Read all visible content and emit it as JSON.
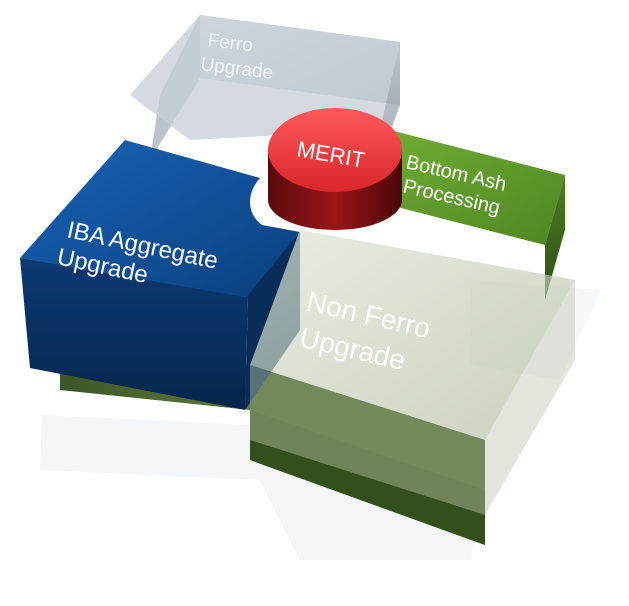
{
  "blocks": {
    "ferro": {
      "line1": "Ferro",
      "line2": "Upgrade"
    },
    "bottom_ash": {
      "line1": "Bottom Ash",
      "line2": "Processing"
    },
    "iba": {
      "line1": "IBA Aggregate",
      "line2": "Upgrade"
    },
    "non_ferro": {
      "line1": "Non Ferro",
      "line2": "Upgrade"
    },
    "merit": {
      "label": "MERIT"
    }
  },
  "colors": {
    "ferro": "#cfd6dd",
    "bottom_ash": "#5a9a2a",
    "iba": "#0f4d91",
    "non_ferro": "#b9c6a4",
    "merit": "#e8353a",
    "base": "#4a6b2e"
  }
}
